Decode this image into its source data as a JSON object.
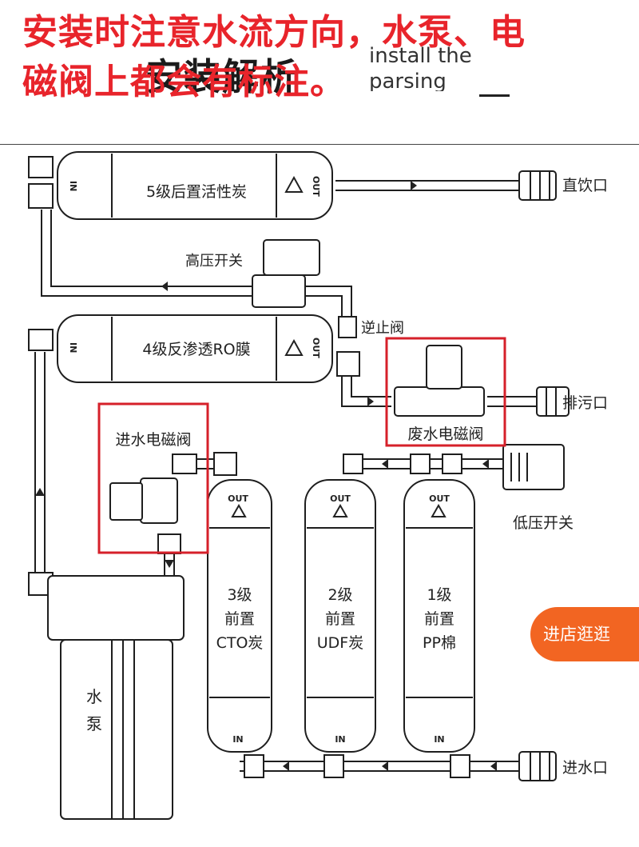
{
  "header": {
    "warning": "安装时注意水流方向，水泵、电磁阀上都会有标注。",
    "background_title": "安装解析",
    "background_subtitle": "install the parsing"
  },
  "components": {
    "stage5": "5级后置活性炭",
    "stage4": "4级反渗透RO膜",
    "high_pressure_switch": "高压开关",
    "check_valve": "逆止阀",
    "drinking_outlet": "直饮口",
    "waste_valve": "废水电磁阀",
    "drain_outlet": "排污口",
    "inlet_valve": "进水电磁阀",
    "low_pressure_switch": "低压开关",
    "water_inlet": "进水口",
    "pump": "水泵",
    "stage3": [
      "3级",
      "前置",
      "CTO炭"
    ],
    "stage2": [
      "2级",
      "前置",
      "UDF炭"
    ],
    "stage1": [
      "1级",
      "前置",
      "PP棉"
    ]
  },
  "port_labels": {
    "out": "OUT",
    "in": "IN"
  },
  "shop_button": "进店逛逛",
  "colors": {
    "highlight_border": "#d6202a",
    "warning_text": "#e8242b",
    "shop_button": "#f26522",
    "line": "#1e1e1e"
  }
}
